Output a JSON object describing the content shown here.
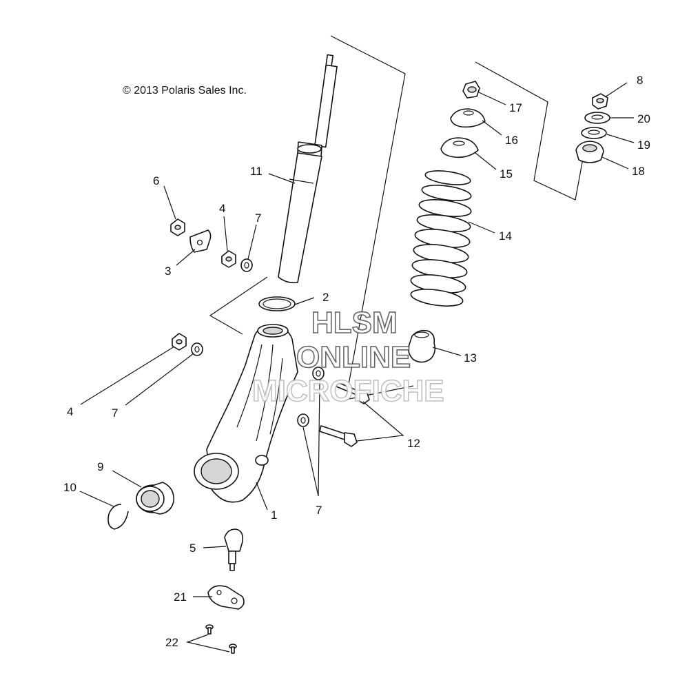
{
  "copyright": "© 2013 Polaris Sales Inc.",
  "watermark": {
    "line1": "HLSM",
    "line2": "ONLINE",
    "line3": "MICROFICHE"
  },
  "callouts": {
    "c1": "1",
    "c2": "2",
    "c3": "3",
    "c4a": "4",
    "c4b": "4",
    "c5": "5",
    "c6": "6",
    "c7a": "7",
    "c7b": "7",
    "c7c": "7",
    "c8": "8",
    "c9": "9",
    "c10": "10",
    "c11": "11",
    "c12": "12",
    "c13": "13",
    "c14": "14",
    "c15": "15",
    "c16": "16",
    "c17": "17",
    "c18": "18",
    "c19": "19",
    "c20": "20",
    "c21": "21",
    "c22": "22"
  },
  "colors": {
    "line": "#111111",
    "background": "#ffffff",
    "watermark_outline": "#555555"
  }
}
